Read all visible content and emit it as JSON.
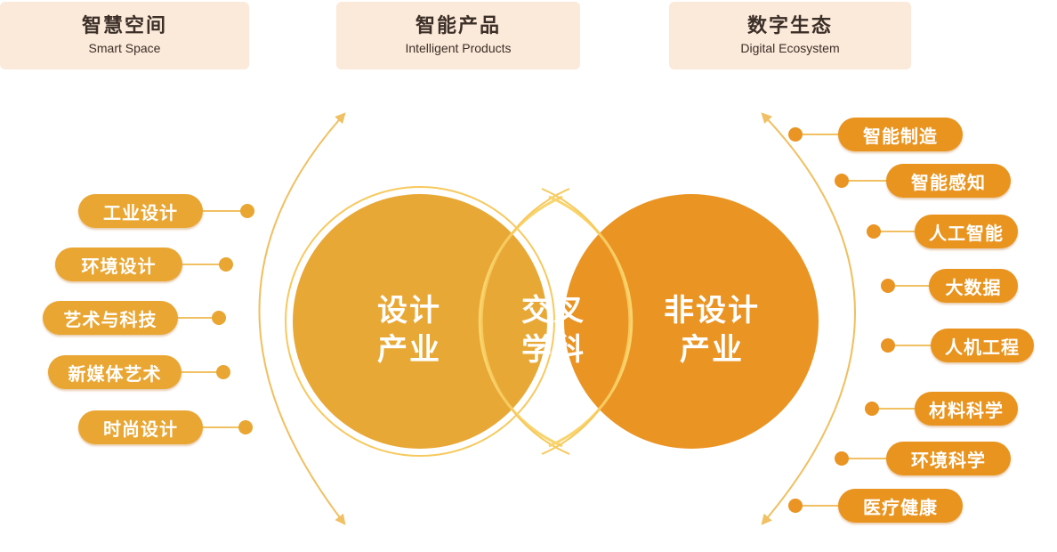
{
  "headers": [
    {
      "zh": "智慧空间",
      "en": "Smart Space"
    },
    {
      "zh": "智能产品",
      "en": "Intelligent Products"
    },
    {
      "zh": "数字生态",
      "en": "Digital Ecosystem"
    }
  ],
  "circles": {
    "left": {
      "line1": "设计",
      "line2": "产业"
    },
    "center": {
      "line1": "交叉",
      "line2": "学科"
    },
    "right": {
      "line1": "非设计",
      "line2": "产业"
    }
  },
  "left_items": [
    "工业设计",
    "环境设计",
    "艺术与科技",
    "新媒体艺术",
    "时尚设计"
  ],
  "right_items": [
    "智能制造",
    "智能感知",
    "人工智能",
    "大数据",
    "人机工程",
    "材料科学",
    "环境科学",
    "医疗健康"
  ],
  "colors": {
    "left_circle": "#e8a836",
    "right_circle": "#ea9424",
    "intersection": "#d6640a",
    "line": "#f0c062",
    "header_bg": "#fbe9d9"
  }
}
